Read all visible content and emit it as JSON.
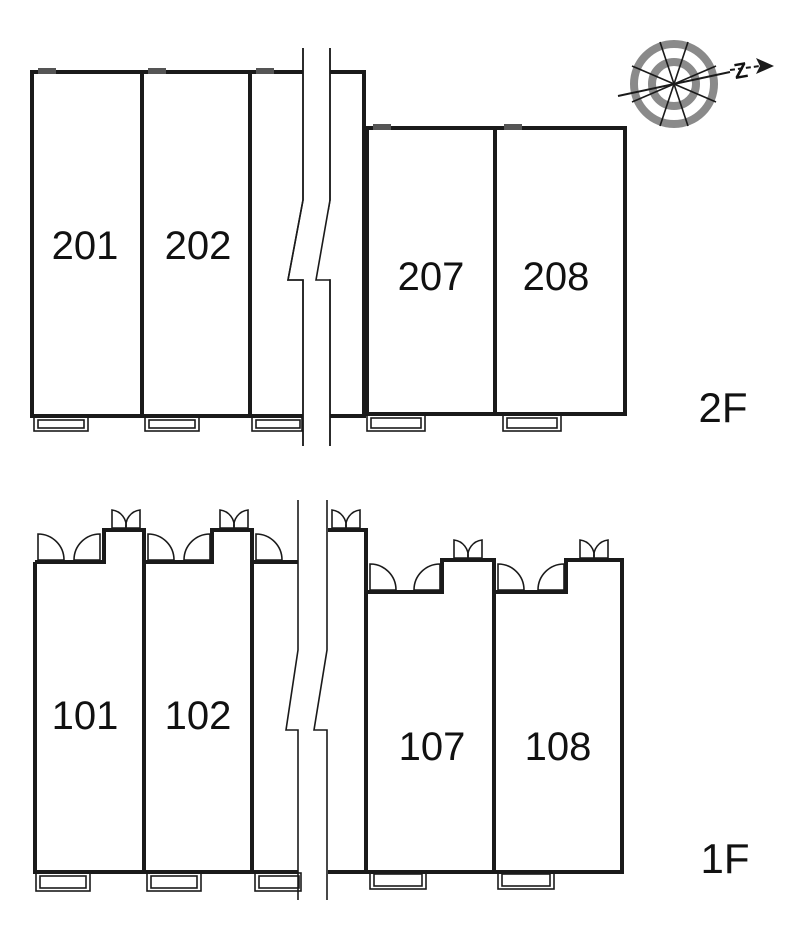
{
  "floors": [
    {
      "label": "2F",
      "rooms": [
        {
          "number": "201"
        },
        {
          "number": "202"
        },
        {
          "number": "207"
        },
        {
          "number": "208"
        }
      ]
    },
    {
      "label": "1F",
      "rooms": [
        {
          "number": "101"
        },
        {
          "number": "102"
        },
        {
          "number": "107"
        },
        {
          "number": "108"
        }
      ]
    }
  ],
  "compass": {
    "letter": "N",
    "direction_indicated": "right"
  },
  "colors": {
    "line": "#1a1a1a",
    "compass_gray": "#888888",
    "background": "#ffffff"
  }
}
